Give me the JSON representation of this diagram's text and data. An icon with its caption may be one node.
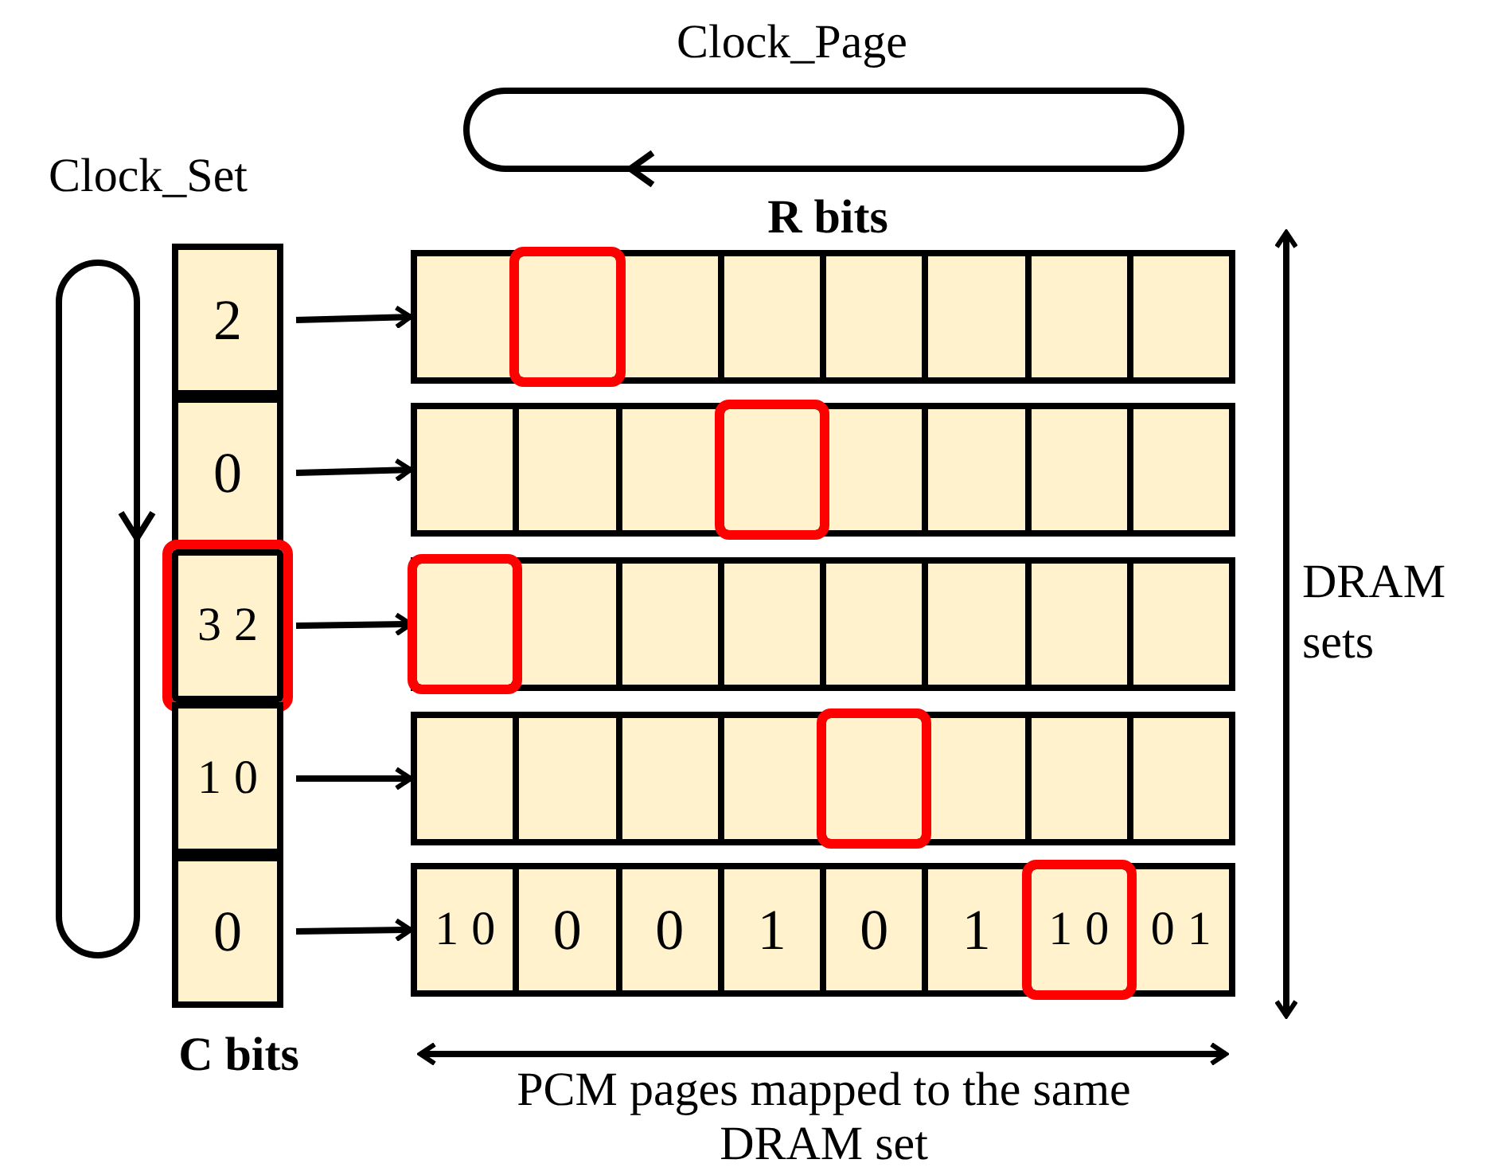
{
  "diagram": {
    "nodes": [
      {
        "text": [
          "2"
        ]
      },
      {
        "text": [
          "0"
        ]
      },
      {
        "text": [
          "3",
          "2"
        ]
      },
      {
        "text": [
          "1",
          "0"
        ]
      },
      {
        "text": [
          "0"
        ]
      },
      {
        "text": [],
        "shape": "bar"
      },
      {
        "text": [],
        "shape": "box",
        "in": 5
      },
      {
        "text": [],
        "shape": "box",
        "in": 5
      },
      {
        "text": [],
        "shape": "box",
        "in": 5
      },
      {
        "text": [],
        "shape": "box",
        "in": 5
      },
      {
        "text": [],
        "shape": "box",
        "in": 5
      },
      {
        "text": [],
        "shape": "box",
        "in": 5
      },
      {
        "text": [],
        "shape": "box",
        "in": 5
      },
      {
        "text": [],
        "shape": "box",
        "in": 5
      },
      {
        "text": [],
        "shape": "bar"
      },
      {
        "text": [],
        "shape": "box",
        "in": 14
      },
      {
        "text": [],
        "shape": "box",
        "in": 14
      },
      {
        "text": [],
        "shape": "box",
        "in": 14
      },
      {
        "text": [],
        "shape": "box",
        "in": 14
      },
      {
        "text": [],
        "shape": "box",
        "in": 14
      },
      {
        "text": [],
        "shape": "box",
        "in": 14
      },
      {
        "text": [],
        "shape": "box",
        "in": 14
      },
      {
        "text": [],
        "shape": "box",
        "in": 14
      },
      {
        "text": [],
        "shape": "bar"
      },
      {
        "text": [],
        "shape": "box",
        "in": 23
      },
      {
        "text": [],
        "shape": "box",
        "in": 23
      },
      {
        "text": [],
        "shape": "box",
        "in": 23
      },
      {
        "text": [],
        "shape": "box",
        "in": 23
      },
      {
        "text": [],
        "shape": "box",
        "in": 23
      },
      {
        "text": [],
        "shape": "box",
        "in": 23
      },
      {
        "text": [],
        "shape": "box",
        "in": 23
      },
      {
        "text": [],
        "shape": "box",
        "in": 23
      },
      {
        "text": [],
        "shape": "bar"
      },
      {
        "text": [],
        "shape": "box",
        "in": 32
      },
      {
        "text": [],
        "shape": "box",
        "in": 32
      },
      {
        "text": [],
        "shape": "box",
        "in": 32
      },
      {
        "text": [],
        "shape": "box",
        "in": 32
      },
      {
        "text": [],
        "shape": "box",
        "in": 32
      },
      {
        "text": [],
        "shape": "box",
        "in": 32
      },
      {
        "text": [],
        "shape": "box",
        "in": 32
      },
      {
        "text": [],
        "shape": "box",
        "in": 32
      },
      {
        "text": [],
        "shape": "bar"
      },
      {
        "text": [
          "1",
          "0"
        ],
        "in": 41
      },
      {
        "text": [
          "0"
        ],
        "in": 41
      },
      {
        "text": [
          "0"
        ],
        "in": 41
      },
      {
        "text": [
          "1"
        ],
        "in": 41
      },
      {
        "text": [
          "0"
        ],
        "in": 41
      },
      {
        "text": [
          "1"
        ],
        "in": 41
      },
      {
        "text": [
          "1",
          "0"
        ],
        "in": 41
      },
      {
        "text": [
          "0",
          "1"
        ],
        "in": 41
      }
    ],
    "edges": [
      {
        "from": 0,
        "to": 5,
        "arrow": "to"
      },
      {
        "from": 1,
        "to": 14,
        "arrow": "to"
      },
      {
        "from": 2,
        "to": 23,
        "arrow": "to"
      },
      {
        "from": 3,
        "to": 32,
        "arrow": "to"
      },
      {
        "from": 4,
        "to": 41,
        "arrow": "to"
      }
    ],
    "labels": [
      "Clock_Page",
      "Clock_Set",
      "R bits",
      "DRAM sets",
      "C bits",
      "PCM pages mapped to the same DRAM set"
    ]
  }
}
